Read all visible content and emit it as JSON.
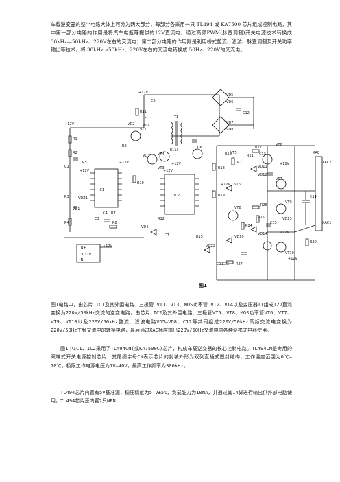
{
  "paragraphs": {
    "intro": "车载逆变器的整个电路大体上可分为两大部分，每部分各采用一只 TL494 或 KA7500 芯片组成控制电路，其中第一部分电路的作用是将汽车电瓶等提供的12V直流电，通过高频PWM(脉宽调制)开关电源技术转换成30kHz—50kHz、220V左右的交流电；第二部分电路的作用则是利用桥式整流、滤波、脉宽调制及开关功率输出等技术，将 30kHz～50kHz、220V左右的交流电转换成 50Hz、220V的交流电。",
    "p2": "图1电路中，由芯片 IC1及其外围电路、三极管 VT1、VT3、MOS功率管 VT2、VT4以及变压器T1组成12V直流变换为220V/50kHz交流的逆变电路，由芯片 IC2及其外围电路、三极管VT5、VT8、MOS功率管VT6、VT7、VT9、VT10以及220V/50kHz整流、滤波电路VD5—VD8、C12等共同组成220V/50kHz高频交流电变换为220V/50Hz工频交流电的转换电路，最后通过XAC插座输出220V/50Hz交流电供各种便携式电器使用。",
    "p3": "图1中IC1、IC2采用了TL494CN(或KA7500C)芯片，构成车载逆变器的核心控制电路。TL494CN是专用的双端式开关电源控制芯片，其尾缀字母CN表示芯片的封装外形为双列直插式塑封结构，工作温度范围为0℃—70℃，极限工作电源电压为7V—40V，最高工作频率为300kHz。",
    "p4": "TL494芯片内置有5V基准源，稳压精度为5 V±5%，负载能力为10mA，并通过其14脚进行输出供外部电路使用。TL494芯片还内置2只NPN"
  },
  "figure": {
    "caption": "图1",
    "labels": {
      "plus12v_1": "+12V",
      "plus12v_2": "+12V",
      "plus12v_3": "+12V",
      "plus12v_4": "+12V",
      "plus12v_5": "+12V",
      "plus12v_6": "+12V",
      "plus12v_7": "+12V",
      "plus12v_8": "+12V",
      "plus12v_9": "+12V",
      "plus12v_10": "+12V",
      "plus12v_11": "+12V",
      "ic1": "IC1",
      "ic2": "IC2",
      "t1": "T1",
      "e113": "E113",
      "r1": "R1",
      "r2": "R2",
      "r3": "R3",
      "r4": "R4",
      "r5": "R5",
      "r6": "R6",
      "r7": "R7",
      "r8": "R8",
      "r9": "R9",
      "r10": "R10",
      "r11": "R11",
      "r12": "R12",
      "r15": "R15",
      "r16": "R16",
      "r17": "R17",
      "r18": "R18",
      "r19": "R19",
      "r21": "R21",
      "r22": "R22",
      "r24": "R24",
      "r25": "R25",
      "r26": "R26",
      "r27": "R27",
      "r30": "R30",
      "c1": "C1",
      "c3": "C3",
      "c4": "C4",
      "c5": "C5",
      "c6": "C6",
      "c7": "C7",
      "c11": "C11",
      "c12": "C12",
      "c13": "C13",
      "c14": "C14",
      "c15": "C15",
      "vt1": "VT1",
      "vt2": "VT2",
      "vt3": "VT3",
      "vt4": "VT4",
      "vt5": "VT5",
      "vt6": "VT6",
      "vt7": "VT7",
      "vt8": "VT8",
      "vt9": "VT9",
      "vt10": "VT10",
      "vd1": "VD1",
      "vd2": "VD2",
      "vd3": "VD3",
      "vd4": "VD4",
      "vd5": "VD5",
      "vd6": "VD6",
      "vd7": "VD7",
      "vd8": "VD8",
      "vd9": "VD9",
      "vd10": "VD10",
      "vd11": "VD11",
      "vd12": "VD12",
      "vd13": "VD13",
      "vd14": "VD14",
      "vdz1": "VDZ1",
      "vdz2": "VDZ2",
      "led": "LED",
      "xac": "XAC",
      "xac1": "XAC1",
      "xac2": "XAC2",
      "dc12v": "DC12V",
      "in_plus": "IN+",
      "in_minus": "IN-"
    }
  }
}
